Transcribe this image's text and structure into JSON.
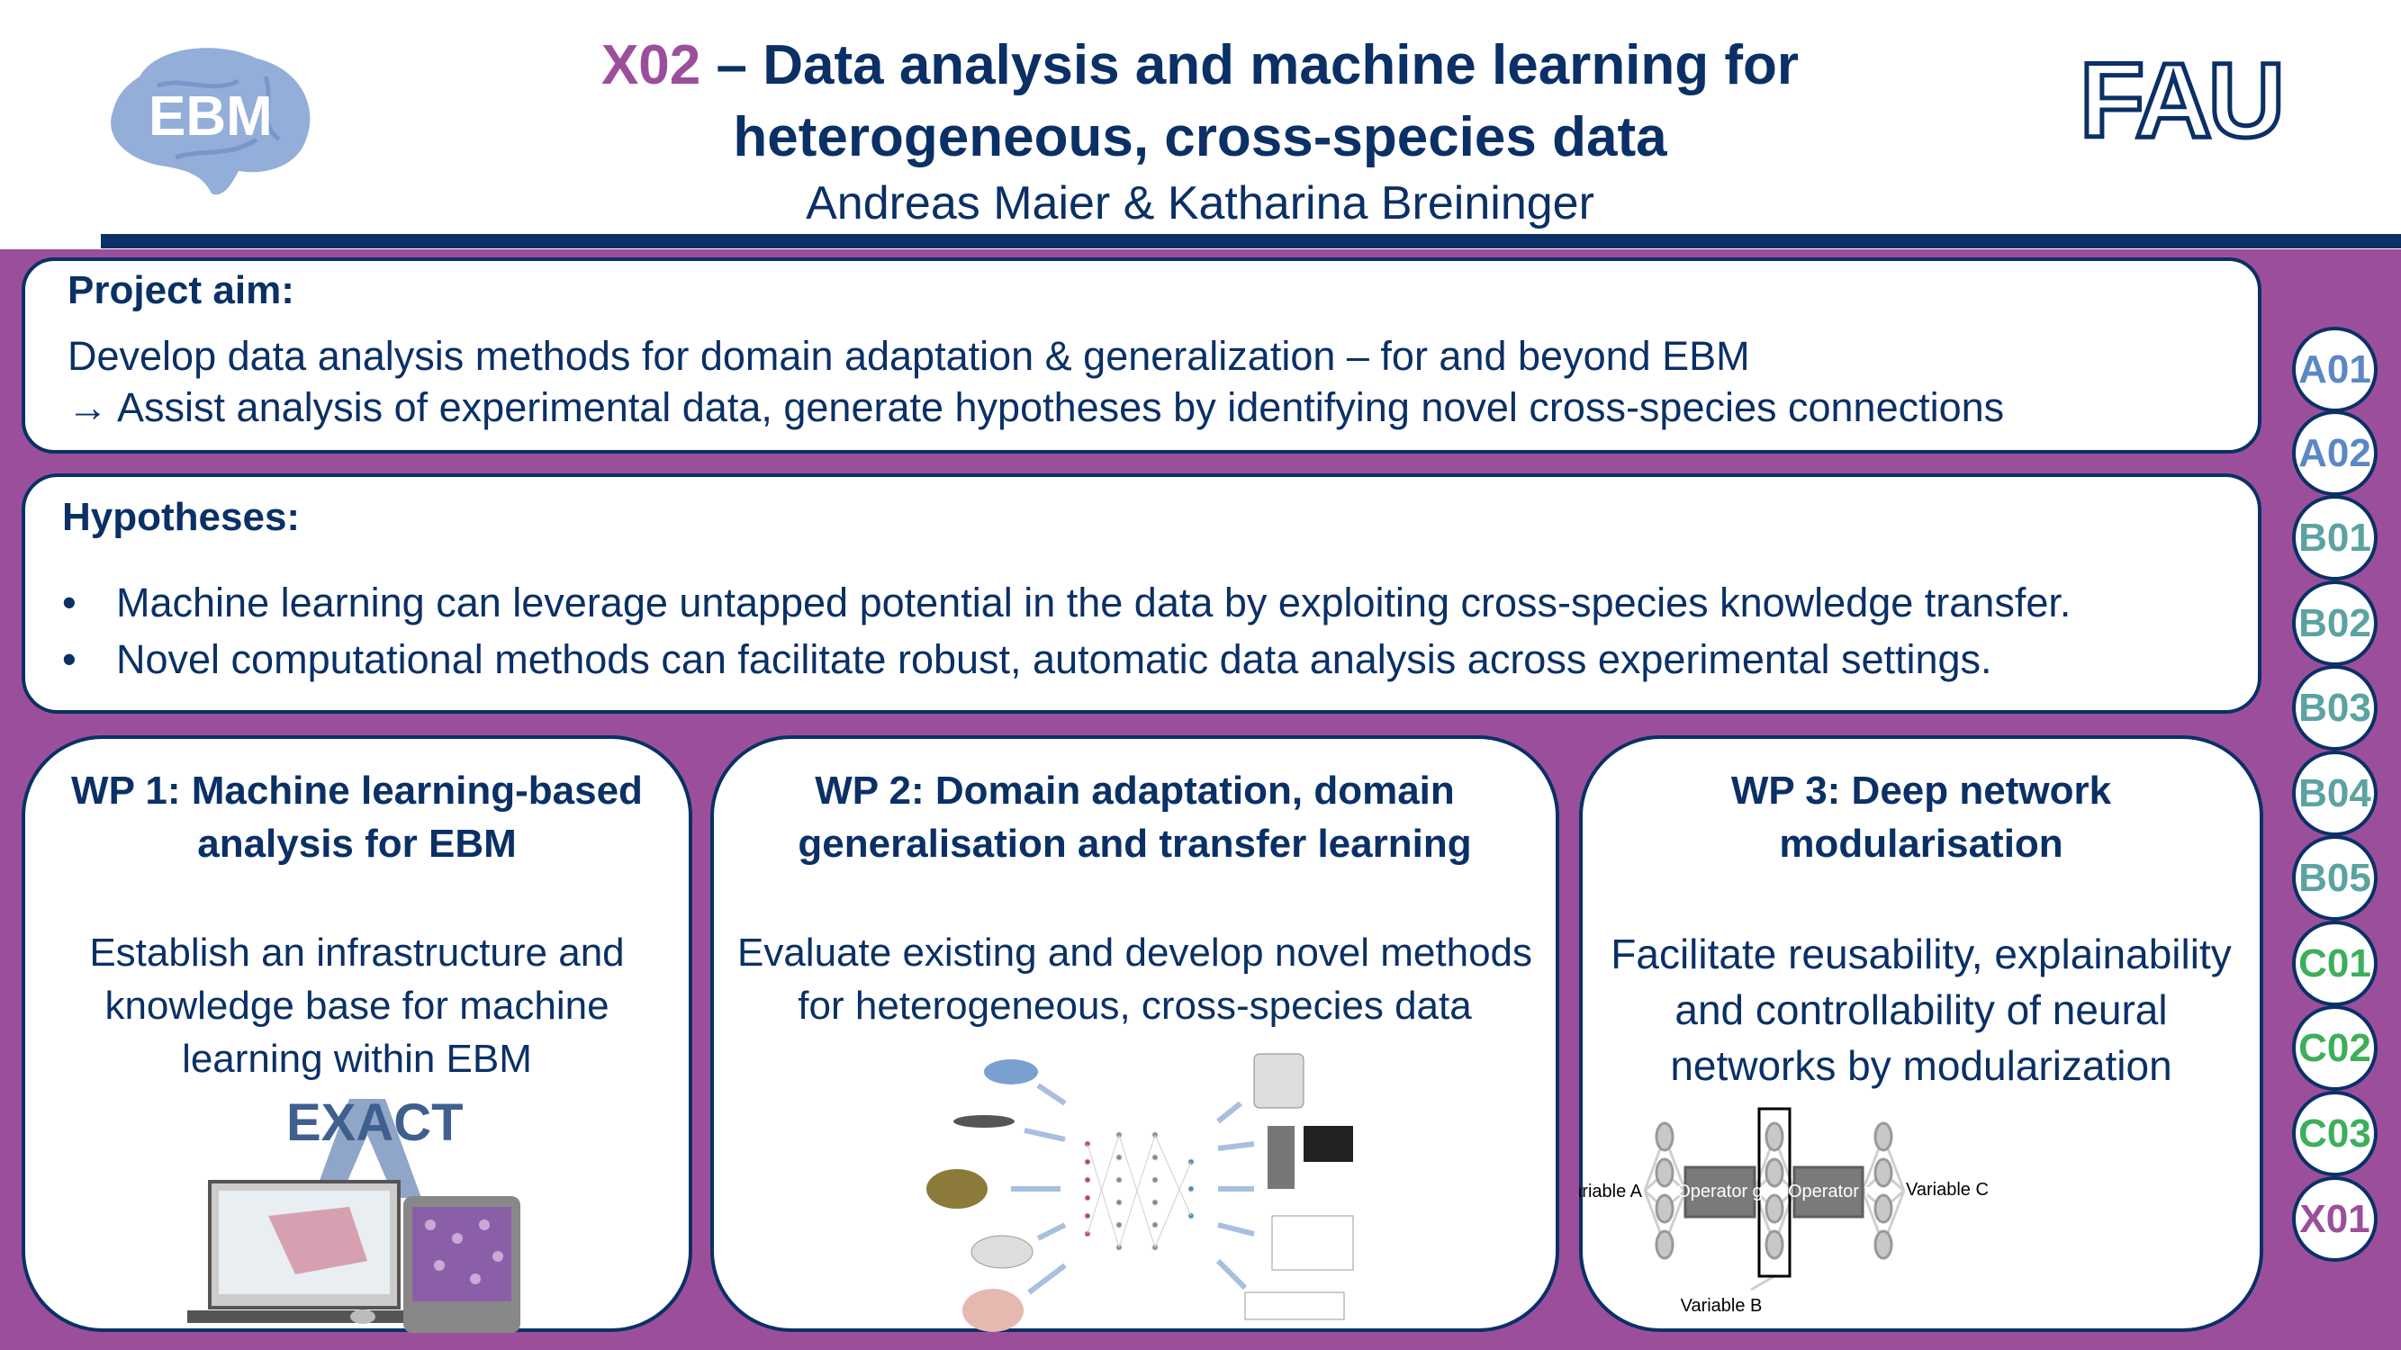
{
  "header": {
    "code": "X02",
    "title_line1_rest": " – Data analysis and machine learning for",
    "title_line2": "heterogeneous, cross-species data",
    "authors": "Andreas Maier & Katharina Breininger",
    "left_logo_text": "EBM",
    "right_logo_text": "FAU"
  },
  "aim": {
    "heading": "Project aim:",
    "lines": [
      "Develop data analysis methods for domain adaptation & generalization – for and beyond EBM",
      "→ Assist analysis of experimental data, generate hypotheses by identifying novel cross-species connections"
    ]
  },
  "hypotheses": {
    "heading": "Hypotheses:",
    "bullets": [
      "Machine learning can leverage untapped potential in the data by exploiting cross-species knowledge transfer.",
      "Novel computational methods can facilitate robust, automatic data analysis across experimental settings."
    ]
  },
  "work_packages": [
    {
      "title": [
        "WP 1: Machine learning-based",
        "analysis for EBM"
      ],
      "body": [
        "Establish an infrastructure and",
        "knowledge base for machine",
        "learning within EBM"
      ],
      "logo_text": "EXACT"
    },
    {
      "title": [
        "WP 2: Domain adaptation, domain",
        "generalisation and transfer learning"
      ],
      "body": [
        "Evaluate existing and develop novel methods",
        "for heterogeneous, cross-species data"
      ]
    },
    {
      "title": [
        "WP 3: Deep network",
        "modularisation"
      ],
      "body": [
        "Facilitate reusability, explainability",
        "and controllability of neural",
        "networks by modularization"
      ],
      "diagram": {
        "variable_a": "Variable A",
        "operator_g": "Operator g",
        "operator_f": "Operator f",
        "variable_c": "Variable C",
        "variable_b": "Variable B"
      }
    }
  ],
  "projects": [
    {
      "label": "A01",
      "color": "#5b87c5"
    },
    {
      "label": "A02",
      "color": "#5b87c5"
    },
    {
      "label": "B01",
      "color": "#5aa3a0"
    },
    {
      "label": "B02",
      "color": "#5aa3a0"
    },
    {
      "label": "B03",
      "color": "#5aa3a0"
    },
    {
      "label": "B04",
      "color": "#5aa3a0"
    },
    {
      "label": "B05",
      "color": "#5aa3a0"
    },
    {
      "label": "C01",
      "color": "#3daf5a"
    },
    {
      "label": "C02",
      "color": "#3daf5a"
    },
    {
      "label": "C03",
      "color": "#3daf5a"
    },
    {
      "label": "X01",
      "color": "#9b4f9b"
    }
  ]
}
